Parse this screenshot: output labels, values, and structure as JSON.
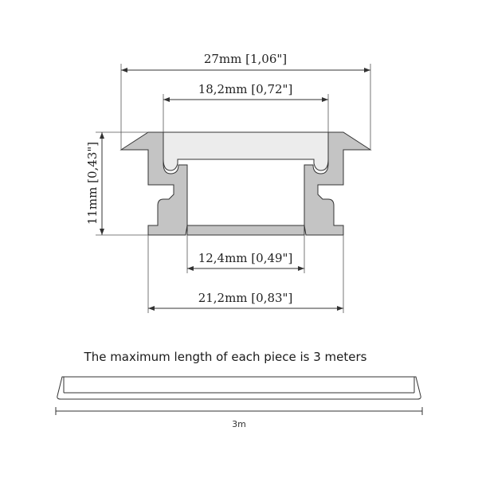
{
  "dimensions": {
    "overall_width": "27mm [1,06\"]",
    "diffuser_width": "18,2mm [0,72\"]",
    "height": "11mm [0,43\"]",
    "inner_base_width": "12,4mm [0,49\"]",
    "base_width": "21,2mm [0,83\"]"
  },
  "note": "The maximum length of each piece is 3 meters",
  "length_label": "3m",
  "colors": {
    "profile_fill": "#c4c4c4",
    "diffuser_fill": "#ececec",
    "outline": "#333333"
  }
}
